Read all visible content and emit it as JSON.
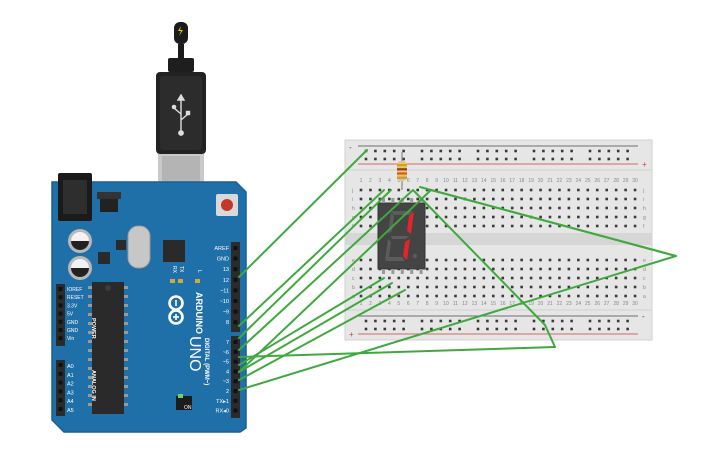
{
  "arduino": {
    "brand": "ARDUINO",
    "model": "UNO",
    "on_label": "ON",
    "power_header": "POWER",
    "analog_header": "ANALOG IN",
    "digital_header": "DIGITAL (PWM~)",
    "power_pins": [
      "IOREF",
      "RESET",
      "3.3V",
      "5V",
      "GND",
      "GND",
      "Vin"
    ],
    "analog_pins": [
      "A0",
      "A1",
      "A2",
      "A3",
      "A4",
      "A5"
    ],
    "digital_top_pins": [
      "AREF",
      "GND",
      "13",
      "12",
      "~11",
      "~10",
      "~9",
      "8"
    ],
    "digital_bottom_pins": [
      "7",
      "~6",
      "~5",
      "4",
      "~3",
      "2",
      "TX▸1",
      "RX◂0"
    ],
    "led_labels": [
      "RX",
      "TX",
      "L"
    ],
    "colors": {
      "board": "#1f6fa8",
      "board_dark": "#1a5f92",
      "header": "#2b2b2b"
    }
  },
  "breadboard": {
    "rail_plus": "+",
    "rail_minus": "-",
    "row_letters_top": [
      "j",
      "i",
      "h",
      "g",
      "f"
    ],
    "row_letters_bottom": [
      "e",
      "d",
      "c",
      "b",
      "a"
    ],
    "column_numbers": [
      "1",
      "2",
      "3",
      "4",
      "5",
      "6",
      "7",
      "8",
      "9",
      "10",
      "11",
      "12",
      "13",
      "14",
      "15",
      "16",
      "17",
      "18",
      "19",
      "20",
      "21",
      "22",
      "23",
      "24",
      "25",
      "26",
      "27",
      "28",
      "29",
      "30"
    ],
    "colors": {
      "body": "#e6e6e6",
      "hole": "#3a3a3a",
      "rail_red": "#d33b3b",
      "rail_black": "#444444"
    }
  },
  "display": {
    "type": "7-segment",
    "lit_segments": [
      "b",
      "c"
    ],
    "colors": {
      "body": "#444444",
      "lit": "#e3242b",
      "unlit": "#5c5c5c"
    }
  },
  "resistor": {
    "bands": [
      "#d8a200",
      "#8b4513",
      "#e35b00",
      "#c79a32"
    ]
  },
  "wires": {
    "color": "#3fa93f"
  },
  "usb": {
    "bolt_icon": "lightning-bolt-icon"
  }
}
